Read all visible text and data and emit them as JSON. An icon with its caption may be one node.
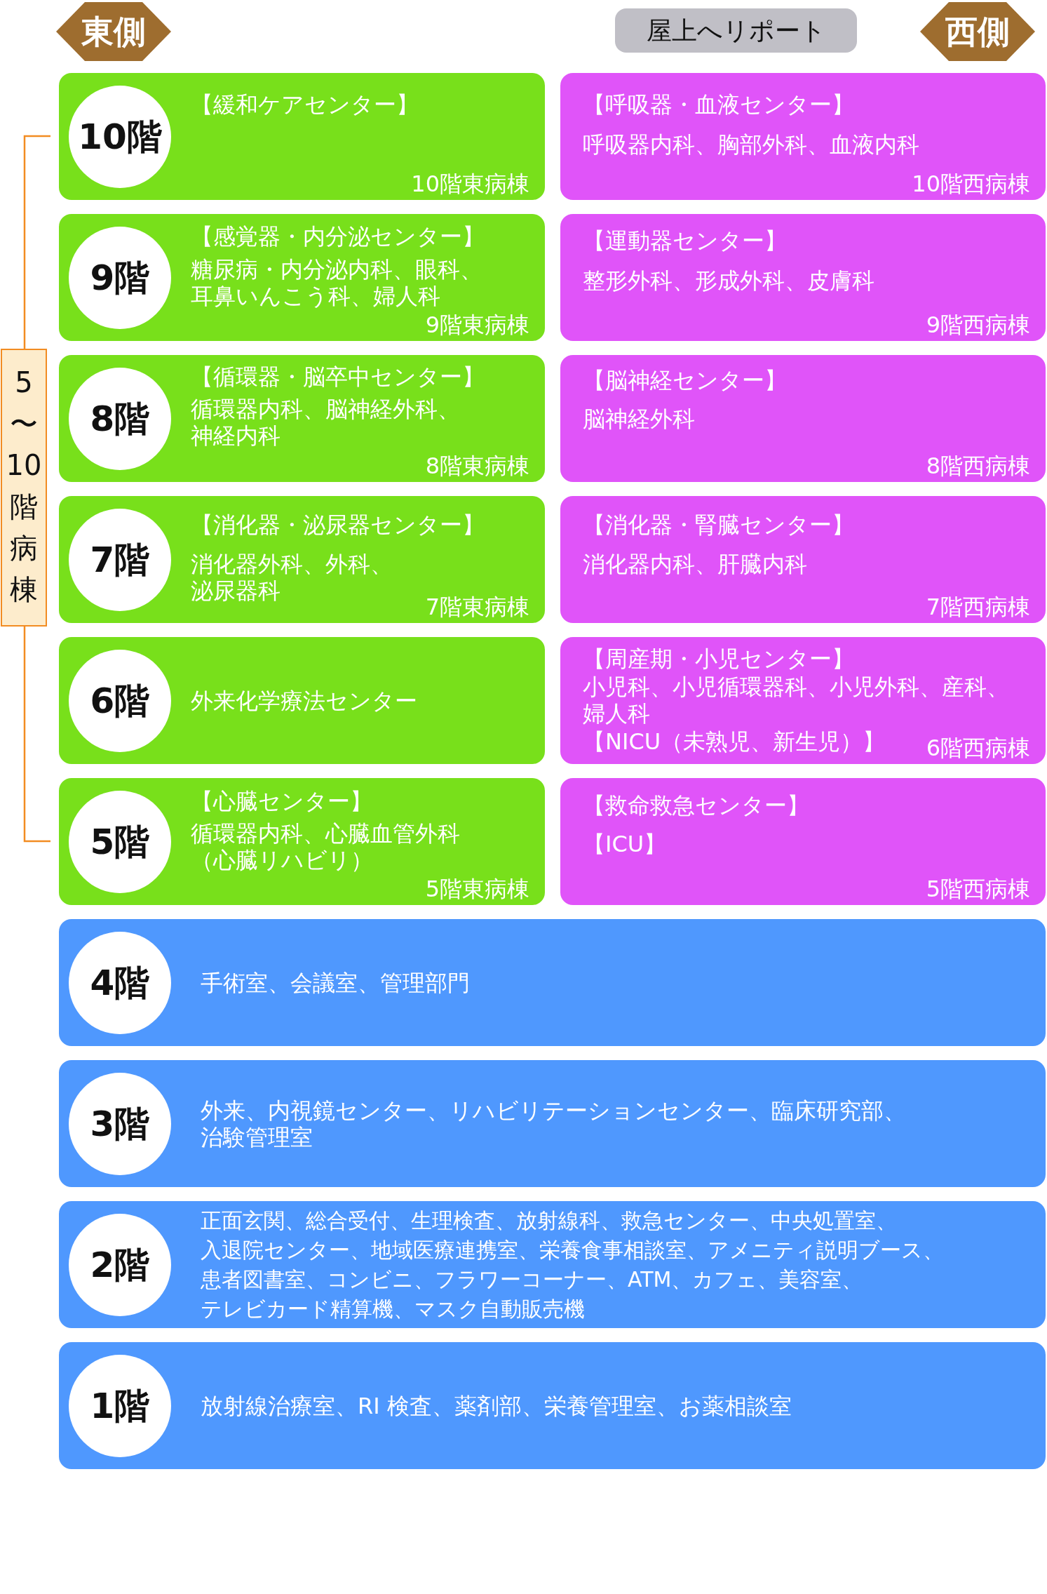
{
  "diagram": {
    "nodes": [
      {
        "text": [
          "東側"
        ]
      },
      {
        "text": [
          "屋上へリポート"
        ]
      },
      {
        "text": [
          "西側"
        ]
      },
      {
        "text": [
          "5〜10階病棟"
        ]
      },
      {
        "text": [
          "【緩和ケアセンター】",
          "10階東病棟"
        ]
      },
      {
        "text": [
          "10階"
        ],
        "in": 4
      },
      {
        "text": [
          "【呼吸器・血液センター】",
          "呼吸器内科、胸部外科、血液内科",
          "10階西病棟"
        ]
      },
      {
        "text": [
          "【感覚器・内分泌センター】",
          "糖尿病・内分泌内科、眼科、耳鼻いんこう科、婦人科",
          "9階東病棟"
        ]
      },
      {
        "text": [
          "9階"
        ],
        "in": 7
      },
      {
        "text": [
          "【運動器センター】",
          "整形外科、形成外科、皮膚科",
          "9階西病棟"
        ]
      },
      {
        "text": [
          "【循環器・脳卒中センター】",
          "循環器内科、脳神経外科、神経内科",
          "8階東病棟"
        ]
      },
      {
        "text": [
          "8階"
        ],
        "in": 10
      },
      {
        "text": [
          "【脳神経センター】",
          "脳神経外科",
          "8階西病棟"
        ]
      },
      {
        "text": [
          "【消化器・泌尿器センター】",
          "消化器外科、外科、泌尿器科",
          "7階東病棟"
        ]
      },
      {
        "text": [
          "7階"
        ],
        "in": 13
      },
      {
        "text": [
          "【消化器・腎臓センター】",
          "消化器内科、肝臓内科",
          "7階西病棟"
        ]
      },
      {
        "text": [
          "外来化学療法センター"
        ]
      },
      {
        "text": [
          "6階"
        ],
        "in": 16
      },
      {
        "text": [
          "【周産期・小児センター】",
          "小児科、小児循環器科、小児外科、産科、婦人科",
          "【NICU（未熟児、新生児）】",
          "6階西病棟"
        ]
      },
      {
        "text": [
          "【心臓センター】",
          "循環器内科、心臓血管外科（心臓リハビリ）",
          "5階東病棟"
        ]
      },
      {
        "text": [
          "5階"
        ],
        "in": 19
      },
      {
        "text": [
          "【救命救急センター】",
          "【ICU】",
          "5階西病棟"
        ]
      },
      {
        "text": [
          "手術室、会議室、管理部門"
        ]
      },
      {
        "text": [
          "4階"
        ],
        "in": 22
      },
      {
        "text": [
          "外来、内視鏡センター、リハビリテーションセンター、臨床研究部、治験管理室"
        ]
      },
      {
        "text": [
          "3階"
        ],
        "in": 24
      },
      {
        "text": [
          "正面玄関、総合受付、生理検査、放射線科、救急センター、中央処置室、入退院センター、地域医療連携室、栄養食事相談室、アメニティ説明ブース、患者図書室、コンビニ、フラワーコーナー、ATM、カフェ、美容室、テレビカード精算機、マスク自動販売機"
        ]
      },
      {
        "text": [
          "2階"
        ],
        "in": 26
      },
      {
        "text": [
          "放射線治療室、RI 検査、薬剤部、栄養管理室、お薬相談室"
        ]
      },
      {
        "text": [
          "1階"
        ],
        "in": 28
      }
    ]
  }
}
